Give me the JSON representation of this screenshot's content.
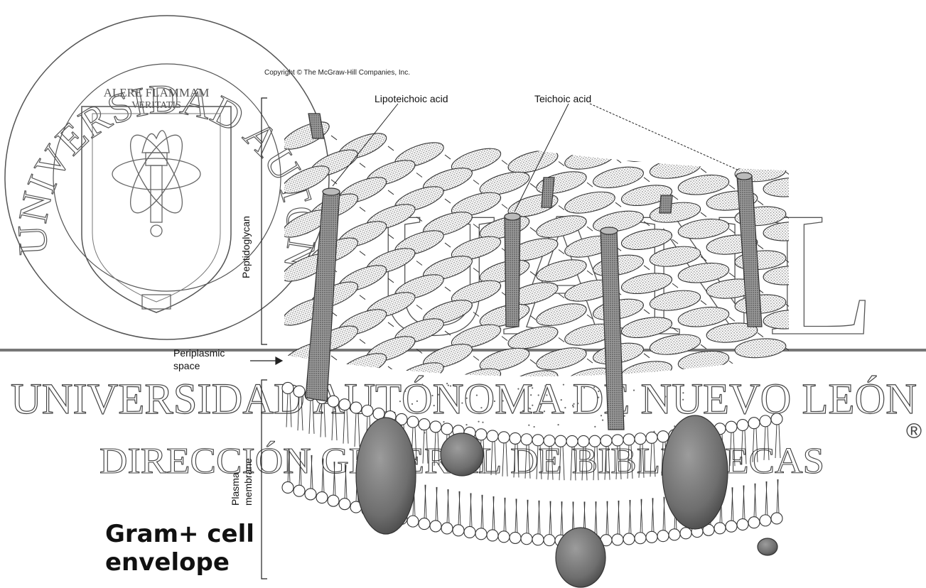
{
  "watermark": {
    "seal_text_top": "UNIVERSIDAD AUTONOMA DE NUEVO LEON",
    "motto_line1": "ALERE FLAMMAM",
    "motto_line2": "VERITATIS",
    "university_name": "UNIVERSIDAD AUTÓNOMA DE NUEVO LEÓN",
    "direccion_line": "DIRECCIÓN GENERAL DE BIBLIOTECAS",
    "monogram": "UANL",
    "registered_mark": "®"
  },
  "figure": {
    "copyright": "Copyright © The McGraw-Hill Companies, Inc.",
    "labels": {
      "lipoteichoic": "Lipoteichoic acid",
      "teichoic": "Teichoic acid",
      "peptidoglycan": "Peptidoglycan",
      "periplasmic_line1": "Periplasmic",
      "periplasmic_line2": "space",
      "plasma_line1": "Plasma",
      "plasma_line2": "membrane"
    },
    "title_line1": "Gram+ cell",
    "title_line2": "envelope"
  }
}
